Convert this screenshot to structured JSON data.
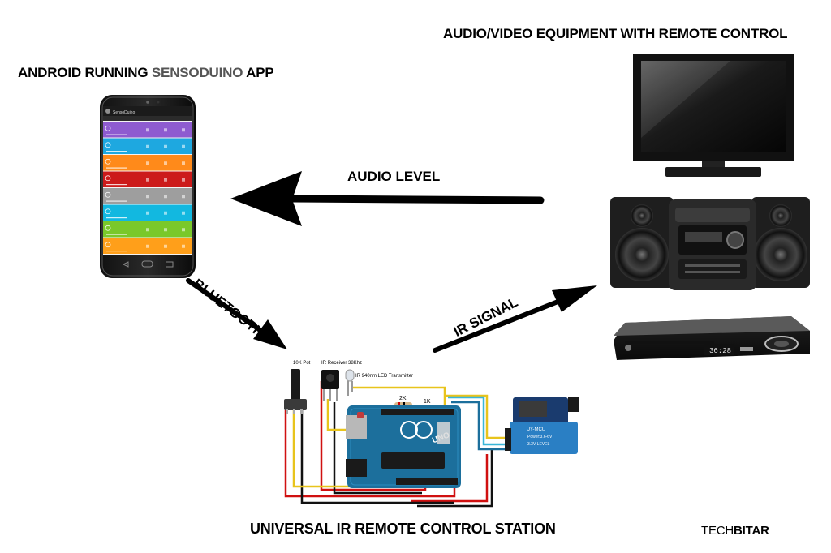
{
  "titles": {
    "av_equipment": "AUDIO/VIDEO EQUIPMENT WITH REMOTE CONTROL",
    "android_prefix": "ANDROID RUNNING ",
    "android_app": "SENSODUINO",
    "android_suffix": " APP",
    "station": "UNIVERSAL IR REMOTE CONTROL STATION",
    "brand_light": "TECH",
    "brand_bold": "BITAR"
  },
  "arrows": {
    "audio_level": "AUDIO LEVEL",
    "bluetooth": "BLUETOOTH",
    "ir_signal": "IR SIGNAL"
  },
  "phone": {
    "app_name": "SensoDuino",
    "row_colors": [
      "#8e5bd0",
      "#1ea8e0",
      "#ff8a1a",
      "#cc1a1a",
      "#9e9e9e",
      "#12b8e0",
      "#7ac82a",
      "#ff9f1a"
    ]
  },
  "circuit": {
    "pot_label": "10K Pot",
    "ir_receiver_label": "IR Receiver 38Khz",
    "ir_led_label": "IR 940nm LED Transmitter",
    "res_2k": "2K",
    "res_1k": "1K",
    "board_name": "UNO",
    "bt_module_name": "JY-MCU",
    "bt_module_line2": "Power:3.6-6V",
    "bt_module_line3": "3.3V LEVEL"
  },
  "dvd": {
    "display_time": "36:28"
  },
  "colors": {
    "arduino_blue": "#1c6f9c",
    "wire_red": "#d01010",
    "wire_yellow": "#e8c41c",
    "wire_black": "#111111",
    "wire_cyan": "#39b6d8"
  }
}
